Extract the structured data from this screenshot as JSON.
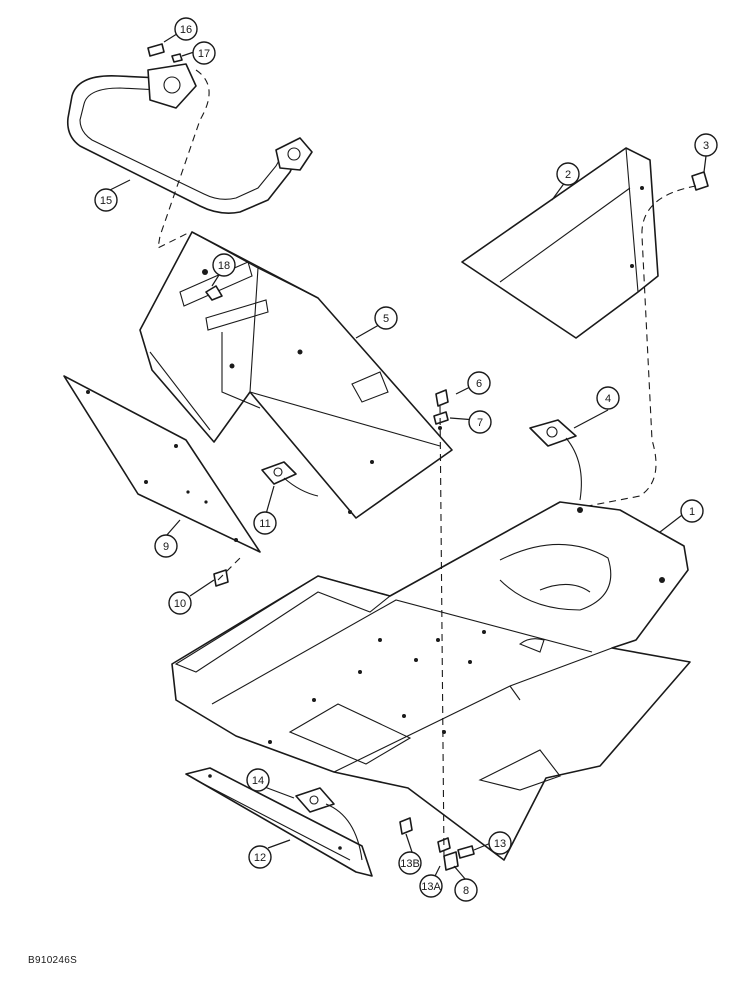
{
  "figure_id": "B910246S",
  "callouts": [
    {
      "label": "1"
    },
    {
      "label": "2"
    },
    {
      "label": "3"
    },
    {
      "label": "4"
    },
    {
      "label": "5"
    },
    {
      "label": "6"
    },
    {
      "label": "7"
    },
    {
      "label": "8"
    },
    {
      "label": "9"
    },
    {
      "label": "10"
    },
    {
      "label": "11"
    },
    {
      "label": "12"
    },
    {
      "label": "13"
    },
    {
      "label": "13A"
    },
    {
      "label": "13B"
    },
    {
      "label": "14"
    },
    {
      "label": "15"
    },
    {
      "label": "16"
    },
    {
      "label": "17"
    },
    {
      "label": "18"
    }
  ]
}
